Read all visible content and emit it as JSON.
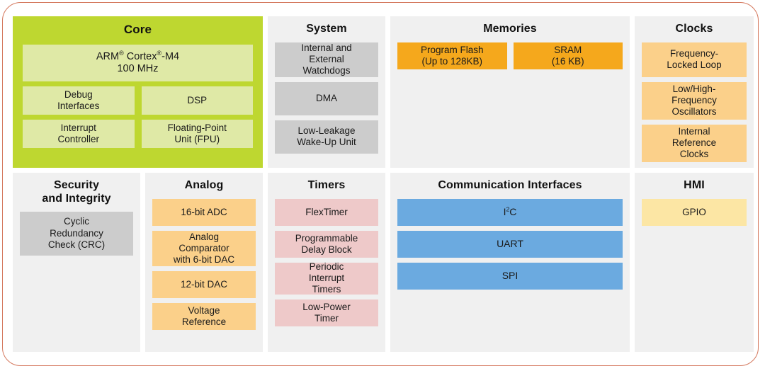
{
  "diagram": {
    "border_color": "#d4775c",
    "panel_bg": "#f0f0f0",
    "background": "#ffffff",
    "groups": [
      {
        "id": "core",
        "title": "Core",
        "accent": "#bed730",
        "block_color": "#dfe9a6",
        "blocks": [
          {
            "label": "ARM® Cortex®-M4\n100 MHz"
          },
          {
            "label": "Debug\nInterfaces"
          },
          {
            "label": "DSP"
          },
          {
            "label": "Interrupt\nController"
          },
          {
            "label": "Floating-Point\nUnit (FPU)"
          }
        ]
      },
      {
        "id": "system",
        "title": "System",
        "block_color": "#cccccc",
        "blocks": [
          {
            "label": "Internal and\nExternal\nWatchdogs"
          },
          {
            "label": "DMA"
          },
          {
            "label": "Low-Leakage\nWake-Up Unit"
          }
        ]
      },
      {
        "id": "memories",
        "title": "Memories",
        "block_color": "#f5a81c",
        "blocks": [
          {
            "label": "Program Flash\n(Up to 128KB)"
          },
          {
            "label": "SRAM\n(16 KB)"
          }
        ]
      },
      {
        "id": "clocks",
        "title": "Clocks",
        "block_color": "#fbd08a",
        "blocks": [
          {
            "label": "Frequency-\nLocked Loop"
          },
          {
            "label": "Low/High-\nFrequency\nOscillators"
          },
          {
            "label": "Internal\nReference\nClocks"
          }
        ]
      },
      {
        "id": "security",
        "title": "Security\nand Integrity",
        "block_color": "#cccccc",
        "blocks": [
          {
            "label": "Cyclic\nRedundancy\nCheck (CRC)"
          }
        ]
      },
      {
        "id": "analog",
        "title": "Analog",
        "block_color": "#fbd08a",
        "blocks": [
          {
            "label": "16-bit ADC"
          },
          {
            "label": "Analog\nComparator\nwith 6-bit DAC"
          },
          {
            "label": "12-bit DAC"
          },
          {
            "label": "Voltage\nReference"
          }
        ]
      },
      {
        "id": "timers",
        "title": "Timers",
        "block_color": "#eec9c9",
        "blocks": [
          {
            "label": "FlexTimer"
          },
          {
            "label": "Programmable\nDelay Block"
          },
          {
            "label": "Periodic\nInterrupt\nTimers"
          },
          {
            "label": "Low-Power\nTimer"
          }
        ]
      },
      {
        "id": "communication",
        "title": "Communication Interfaces",
        "block_color": "#6baae0",
        "blocks": [
          {
            "label": "I²C"
          },
          {
            "label": "UART"
          },
          {
            "label": "SPI"
          }
        ]
      },
      {
        "id": "hmi",
        "title": "HMI",
        "block_color": "#fce6a4",
        "blocks": [
          {
            "label": "GPIO"
          }
        ]
      }
    ]
  }
}
